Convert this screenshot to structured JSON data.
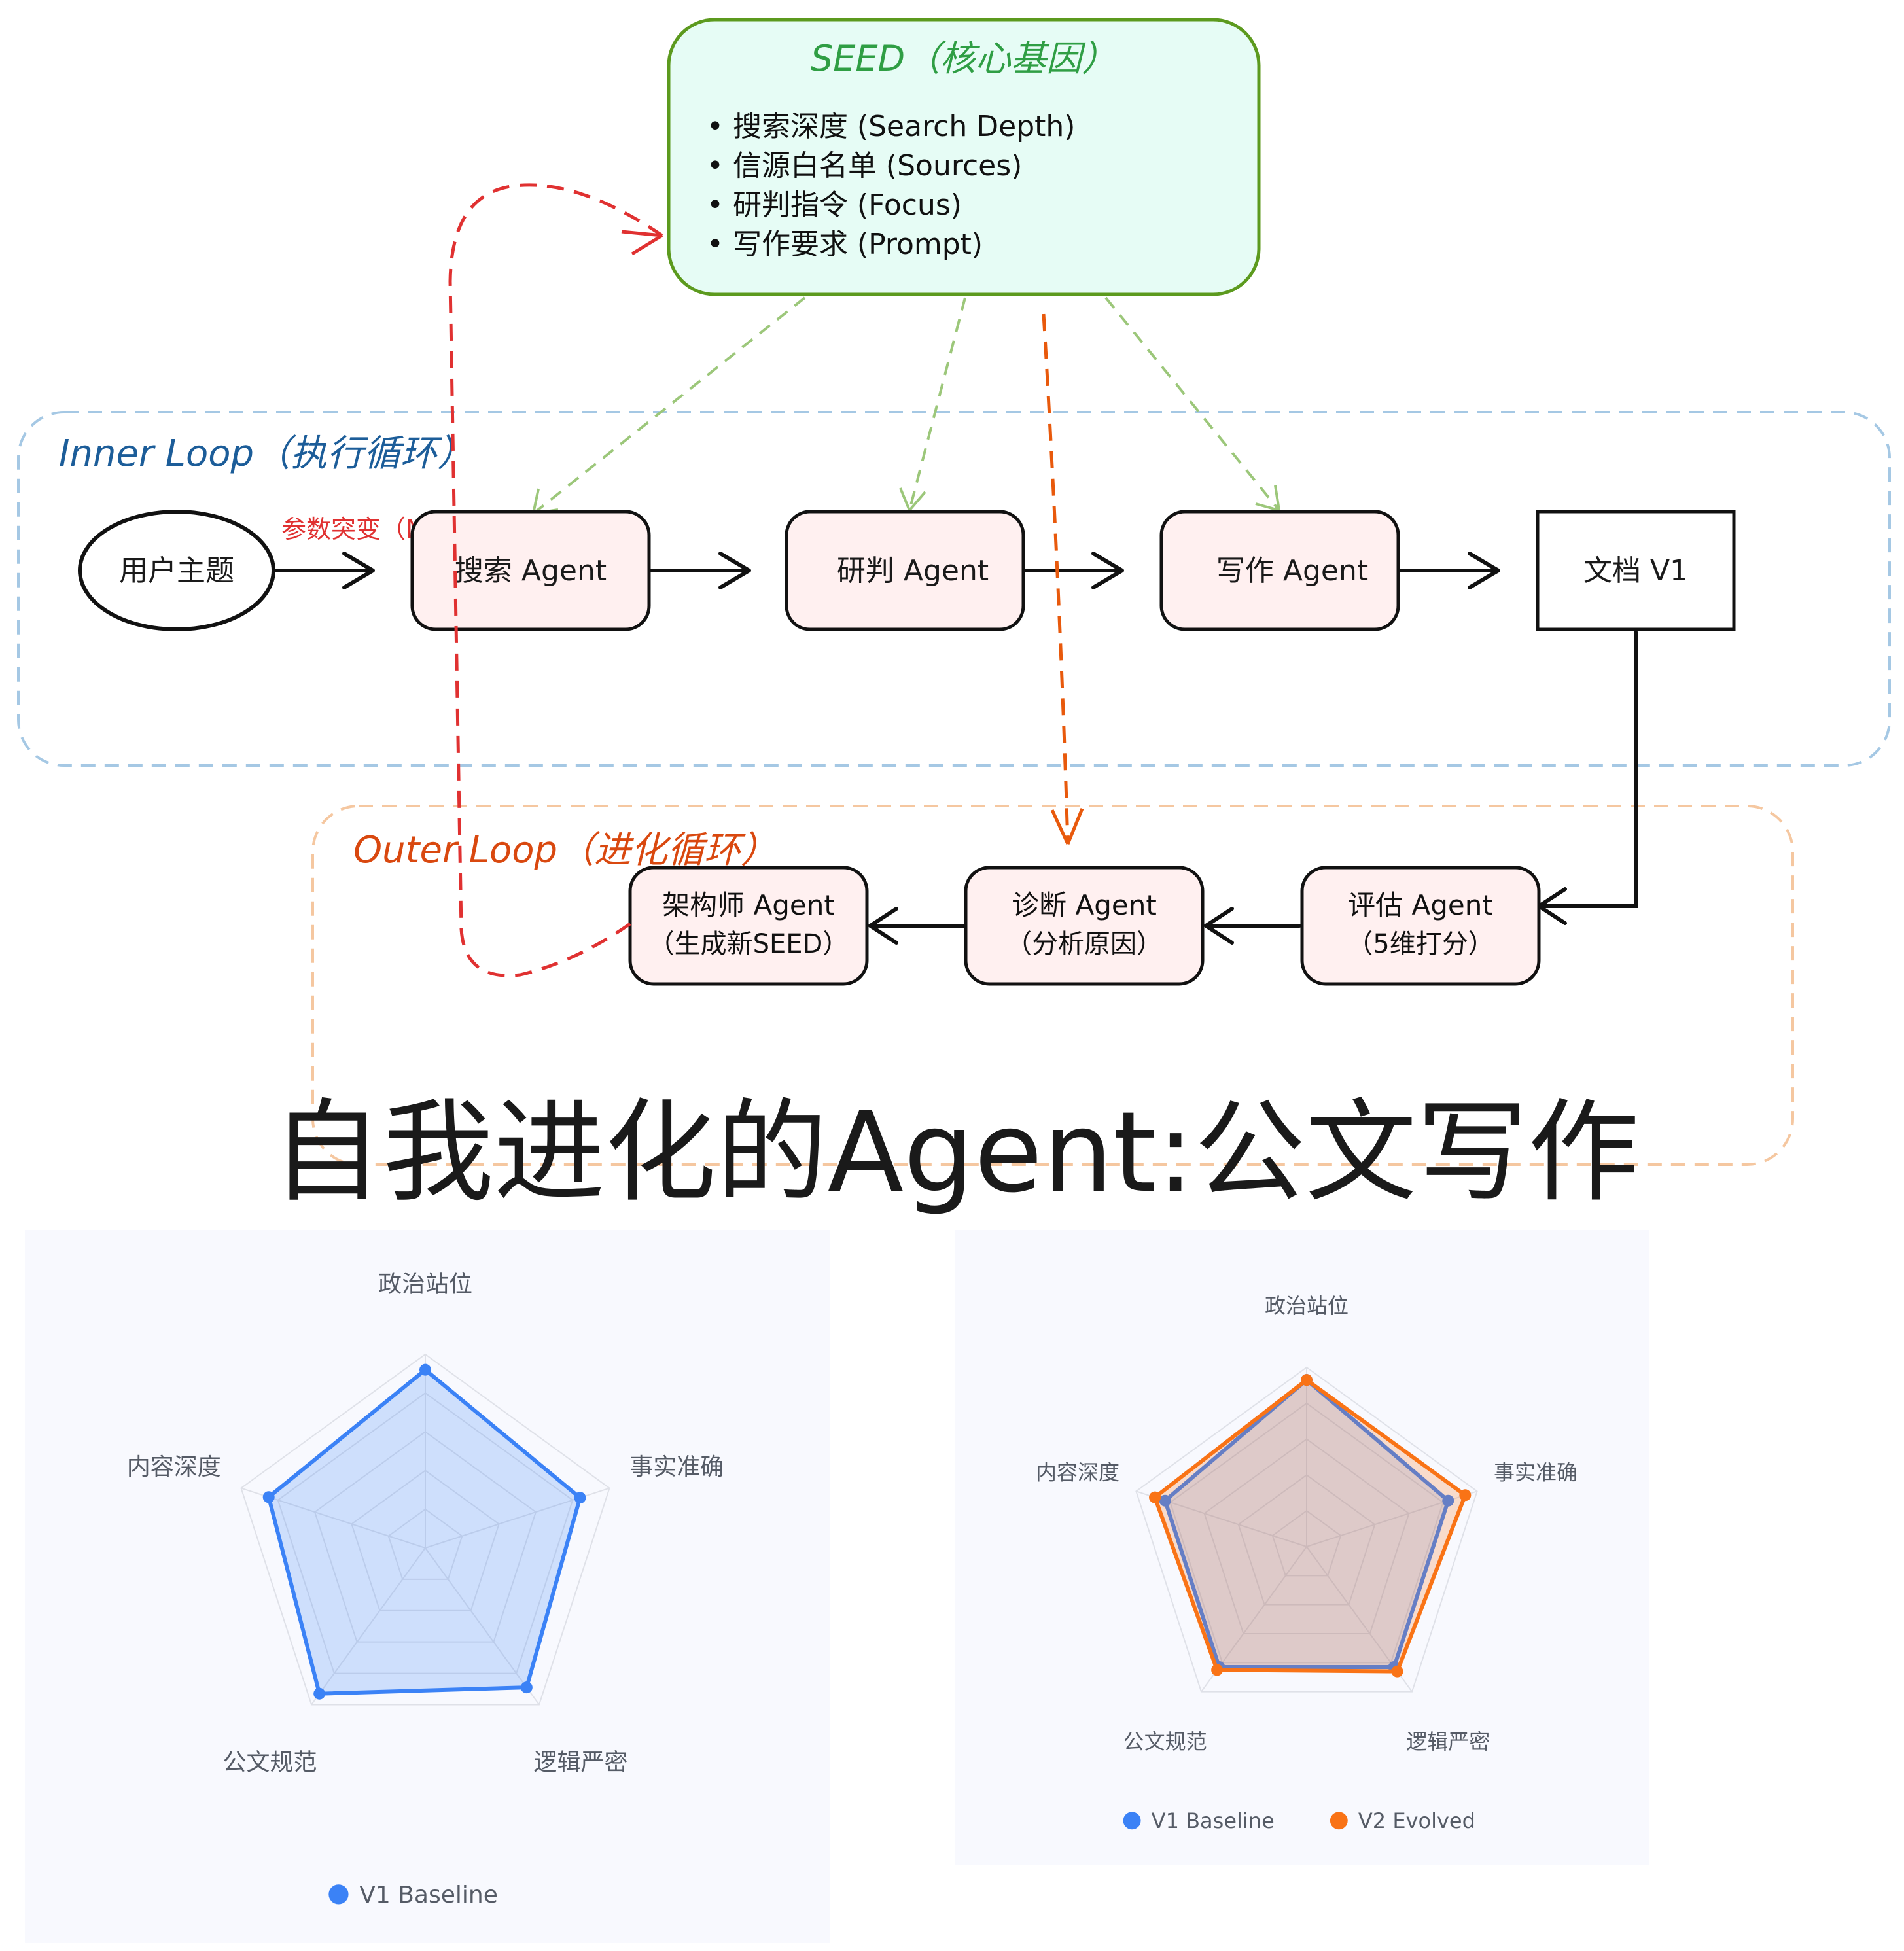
{
  "seed": {
    "title": "SEED（核心基因）",
    "items": [
      "• 搜索深度 (Search Depth)",
      "• 信源白名单 (Sources)",
      "• 研判指令 (Focus)",
      "• 写作要求 (Prompt)"
    ]
  },
  "inner_loop": {
    "label": "Inner Loop（执行循环）",
    "mutation_label": "参数突变（Mutation）",
    "user_topic": "用户主题",
    "search_agent": "搜索 Agent",
    "research_agent": "研判 Agent",
    "writing_agent": "写作 Agent",
    "document": "文档 V1"
  },
  "outer_loop": {
    "label": "Outer Loop（进化循环）",
    "architect_agent": [
      "架构师 Agent",
      "（生成新SEED）"
    ],
    "diagnose_agent": [
      "诊断 Agent",
      "（分析原因）"
    ],
    "evaluate_agent": [
      "评估 Agent",
      "（5维打分）"
    ]
  },
  "main_title": "自我进化的Agent:公文写作",
  "colors": {
    "seed_fill": "#e6fcf5",
    "seed_stroke": "#5c9a1e",
    "agent_fill": "#fff0f0",
    "inner_dash": "#a5c8e4",
    "outer_dash": "#f5c7a0",
    "red_arrow": "#e03131",
    "orange_arrow": "#e8590c",
    "green_arrow": "#9cc77a",
    "v1": "#3b82f6",
    "v2": "#f97316"
  },
  "chart_data": [
    {
      "type": "radar",
      "axes": [
        "政治站位",
        "事实准确",
        "逻辑严密",
        "公文规范",
        "内容深度"
      ],
      "max": 10,
      "series": [
        {
          "name": "V1 Baseline",
          "values": [
            9.2,
            8.4,
            8.9,
            9.3,
            8.5
          ]
        }
      ],
      "legend": "bottom"
    },
    {
      "type": "radar",
      "axes": [
        "政治站位",
        "事实准确",
        "逻辑严密",
        "公文规范",
        "内容深度"
      ],
      "max": 10,
      "series": [
        {
          "name": "V1 Baseline",
          "values": [
            9.3,
            8.3,
            8.3,
            8.3,
            8.3
          ]
        },
        {
          "name": "V2 Evolved",
          "values": [
            9.3,
            9.3,
            8.6,
            8.5,
            8.9
          ]
        }
      ],
      "legend": "bottom"
    }
  ]
}
